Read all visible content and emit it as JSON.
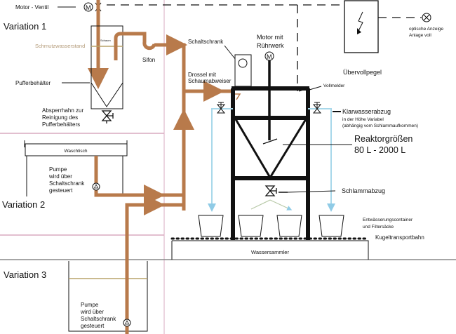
{
  "colors": {
    "pipe": "#b87a4b",
    "clear_water": "#a8d8ea",
    "divider": "#d9aabf",
    "level": "#b9a36a"
  },
  "variation1": {
    "title": "Variation 1",
    "motor_valve": "Motor - Ventil",
    "schaum": "Schaum",
    "water_level": "Schmutzwasserstand",
    "buffer": "Pufferbehälter",
    "shutoff": [
      "Absperrhahn zur",
      "Reinigung des",
      "Pufferbehälters"
    ],
    "sifon": "Sifon"
  },
  "variation2": {
    "title": "Variation 2",
    "sink": "Waschtisch",
    "pump": [
      "Pumpe",
      "wird über",
      "Schaltschrank",
      "gesteuert"
    ]
  },
  "variation3": {
    "title": "Variation 3",
    "pump": [
      "Pumpe",
      "wird über",
      "Schaltschrank",
      "gesteuert"
    ]
  },
  "reactor": {
    "control_cabinet": "Schaltschrank",
    "motor": [
      "Motor mit",
      "Rührwerk"
    ],
    "throttle": [
      "Drossel mit",
      "Schaumabweiser"
    ],
    "overflow_level": "Übervollpegel",
    "full_sensor": "Vollmelder",
    "clear_water": "Klarwasserabzug",
    "clear_water_note": [
      "in der Höhe Variabel",
      "(abhängig vom Schlammaufkommen)"
    ],
    "sizes": [
      "Reaktorgrößen",
      "80 L - 2000 L"
    ],
    "sludge": "Schlammabzug",
    "containers": [
      "Entwässerungscontainer",
      "und Filtersäcke"
    ],
    "conveyor": "Kugeltransportbahn",
    "collector": "Wassersammler",
    "indicator": [
      "optische Anzeige",
      "Anlage voll"
    ]
  }
}
